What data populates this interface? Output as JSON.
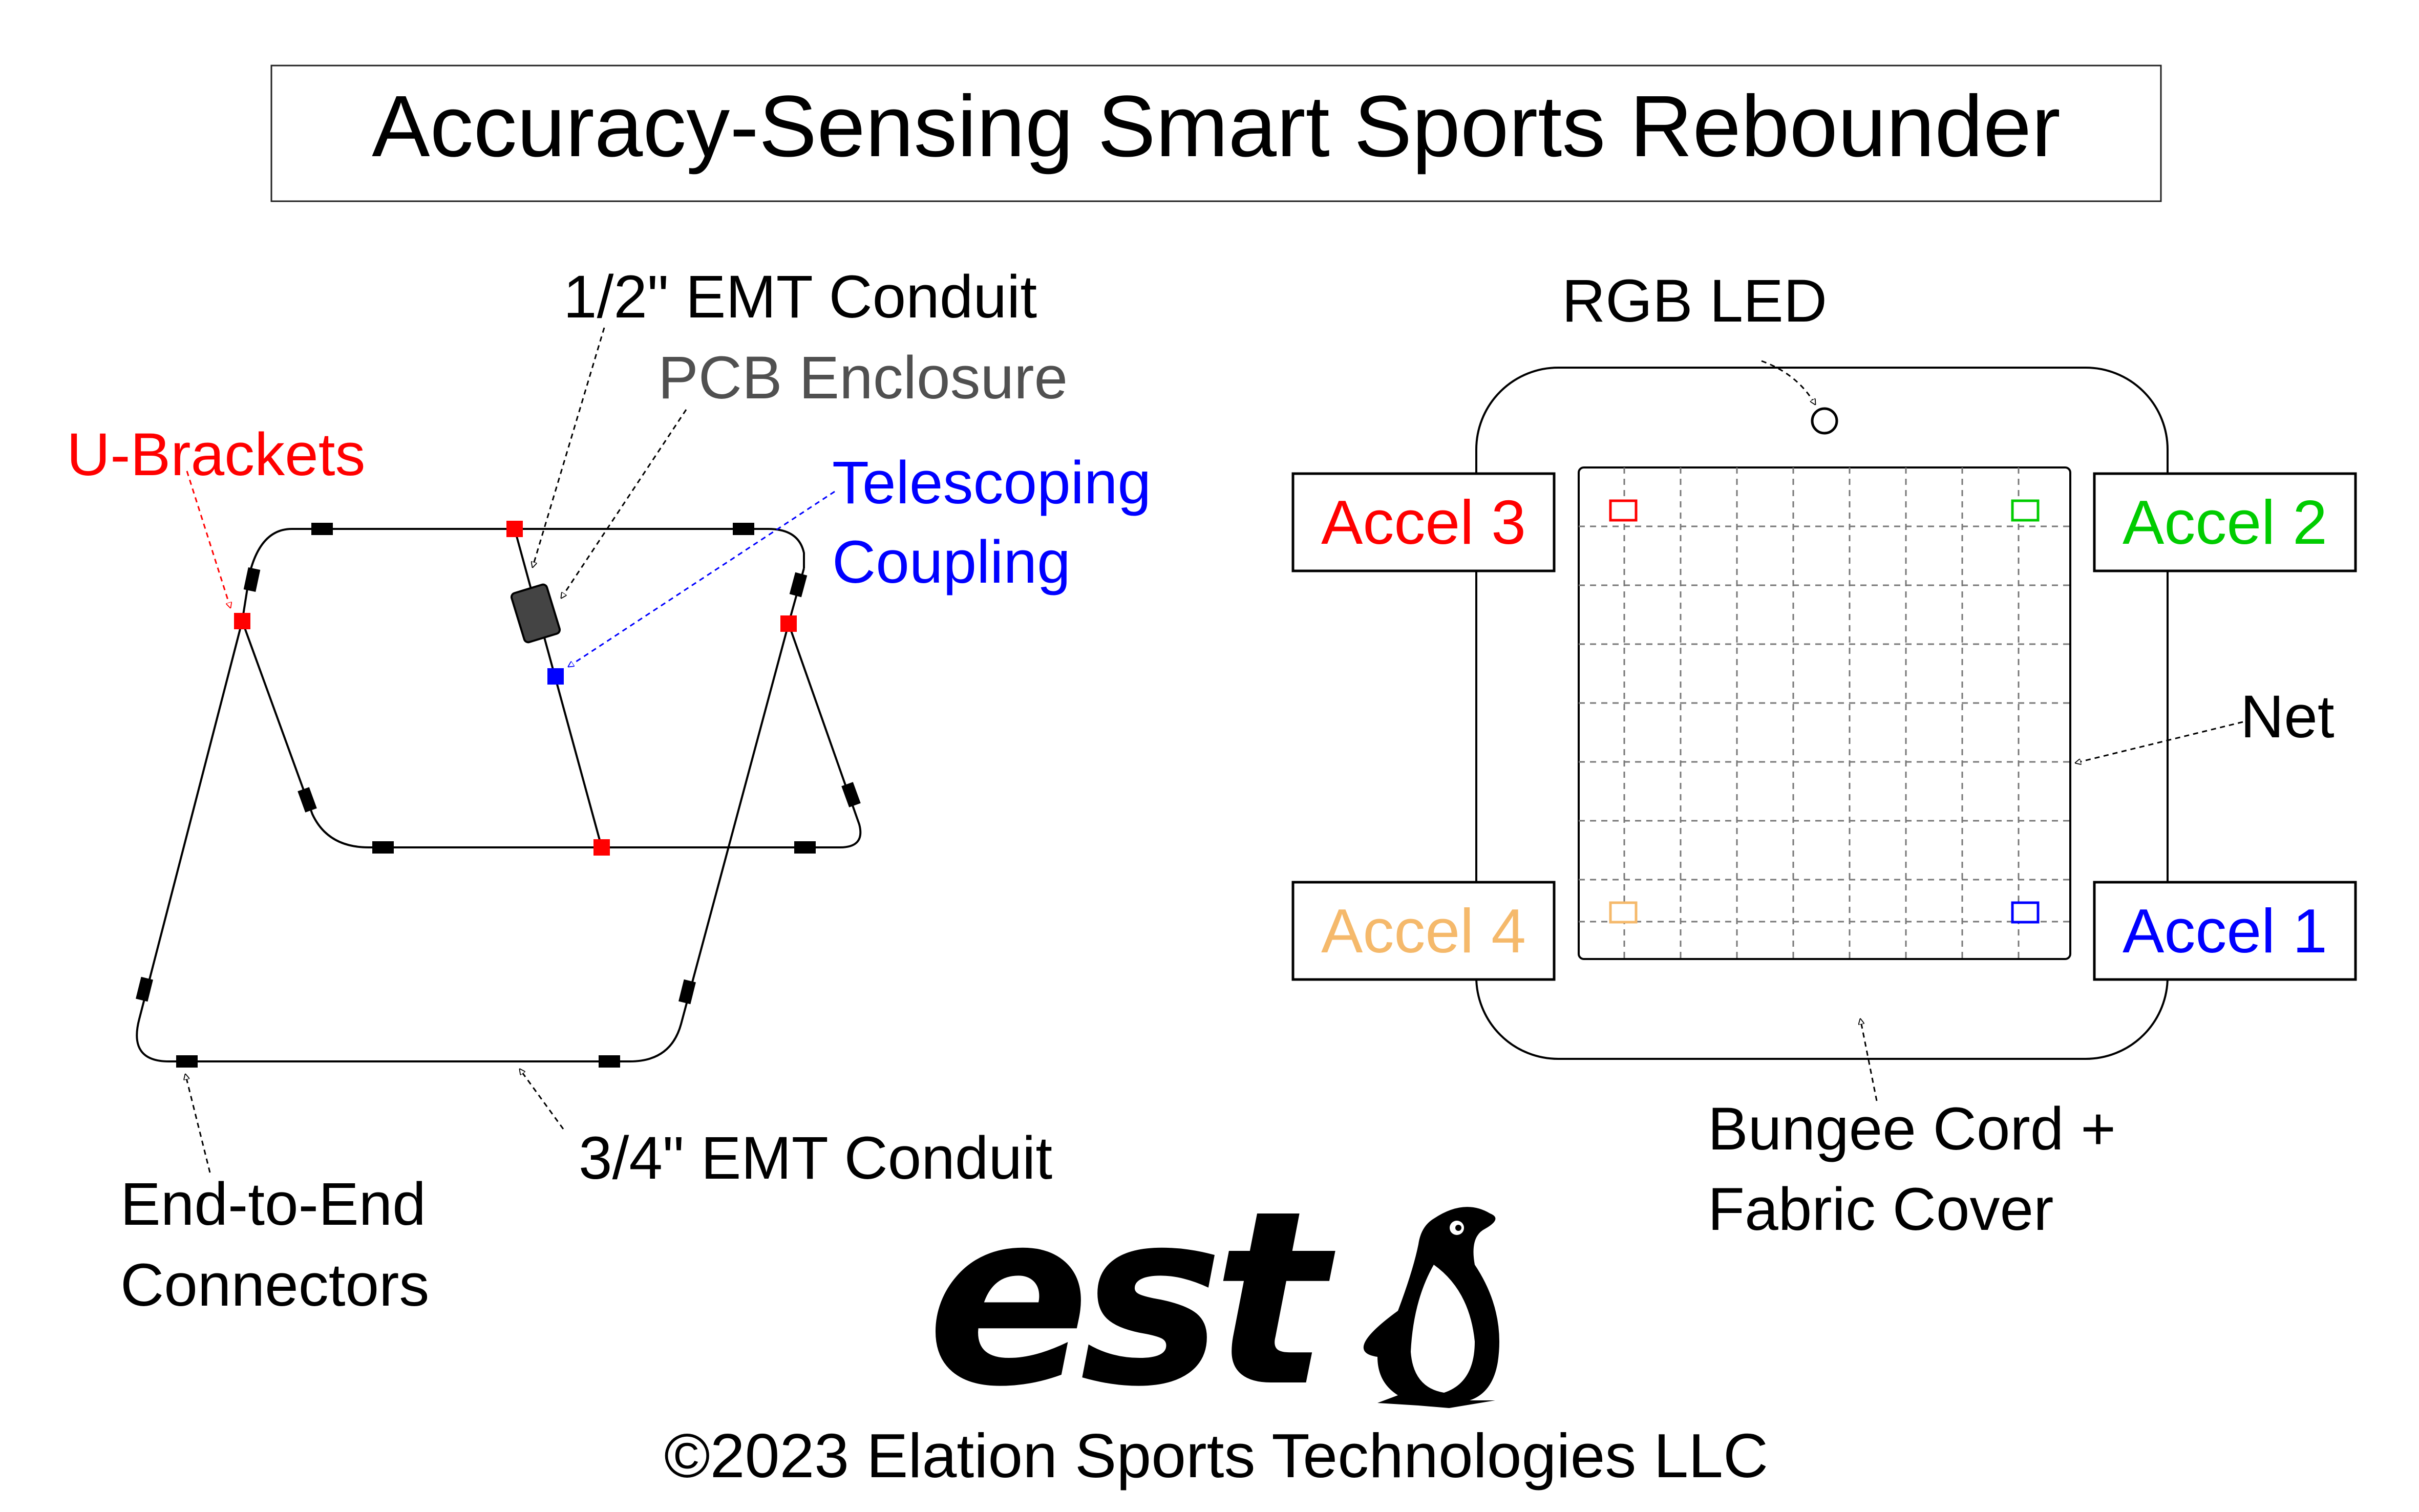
{
  "title": "Accuracy-Sensing Smart Sports Rebounder",
  "frame_labels": {
    "half_inch_conduit": "1/2\" EMT Conduit",
    "pcb_enclosure": "PCB Enclosure",
    "u_brackets": "U-Brackets",
    "telescoping_line1": "Telescoping",
    "telescoping_line2": "Coupling",
    "three_quarter_conduit": "3/4\" EMT Conduit",
    "connectors_line1": "End-to-End",
    "connectors_line2": "Connectors"
  },
  "net_labels": {
    "rgb_led": "RGB LED",
    "net": "Net",
    "bungee_line1": "Bungee Cord +",
    "bungee_line2": "Fabric Cover",
    "accel_1": "Accel 1",
    "accel_2": "Accel 2",
    "accel_3": "Accel 3",
    "accel_4": "Accel 4"
  },
  "colors": {
    "u_bracket": "#ff0000",
    "telescoping": "#0000ff",
    "accel_1": "#0000ff",
    "accel_2": "#00cc00",
    "accel_3": "#ff0000",
    "accel_4": "#f5b96b",
    "pcb": "#444444",
    "label_gray": "#505050"
  },
  "logo": {
    "text": "est",
    "mascot": "penguin-icon"
  },
  "copyright": "©2023 Elation Sports Technologies LLC"
}
